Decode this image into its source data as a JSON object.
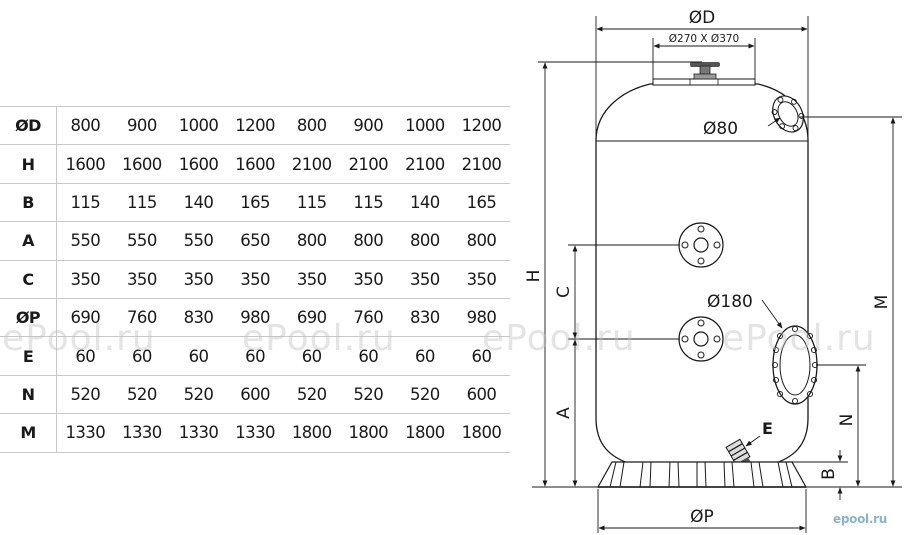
{
  "table": {
    "rows": [
      {
        "label": "ØD",
        "values": [
          "800",
          "900",
          "1000",
          "1200",
          "800",
          "900",
          "1000",
          "1200"
        ]
      },
      {
        "label": "H",
        "values": [
          "1600",
          "1600",
          "1600",
          "1600",
          "2100",
          "2100",
          "2100",
          "2100"
        ]
      },
      {
        "label": "B",
        "values": [
          "115",
          "115",
          "140",
          "165",
          "115",
          "115",
          "140",
          "165"
        ]
      },
      {
        "label": "A",
        "values": [
          "550",
          "550",
          "550",
          "650",
          "800",
          "800",
          "800",
          "800"
        ]
      },
      {
        "label": "C",
        "values": [
          "350",
          "350",
          "350",
          "350",
          "350",
          "350",
          "350",
          "350"
        ]
      },
      {
        "label": "ØP",
        "values": [
          "690",
          "760",
          "830",
          "980",
          "690",
          "760",
          "830",
          "980"
        ]
      },
      {
        "label": "E",
        "values": [
          "60",
          "60",
          "60",
          "60",
          "60",
          "60",
          "60",
          "60"
        ]
      },
      {
        "label": "N",
        "values": [
          "520",
          "520",
          "520",
          "600",
          "520",
          "520",
          "520",
          "600"
        ]
      },
      {
        "label": "M",
        "values": [
          "1330",
          "1330",
          "1330",
          "1330",
          "1800",
          "1800",
          "1800",
          "1800"
        ]
      }
    ]
  },
  "drawing": {
    "label_diameter_d": "ØD",
    "label_lid": "Ø270 X Ø370",
    "label_port_top": "Ø80",
    "label_manhole": "Ø180",
    "label_h": "H",
    "label_c": "C",
    "label_a": "A",
    "label_m": "M",
    "label_n": "N",
    "label_e": "E",
    "label_b": "B",
    "label_p": "ØP"
  },
  "watermarks": [
    "ePool.ru",
    "ePool.ru",
    "ePool.ru",
    "ePool.ru"
  ],
  "logo": "epool.ru"
}
